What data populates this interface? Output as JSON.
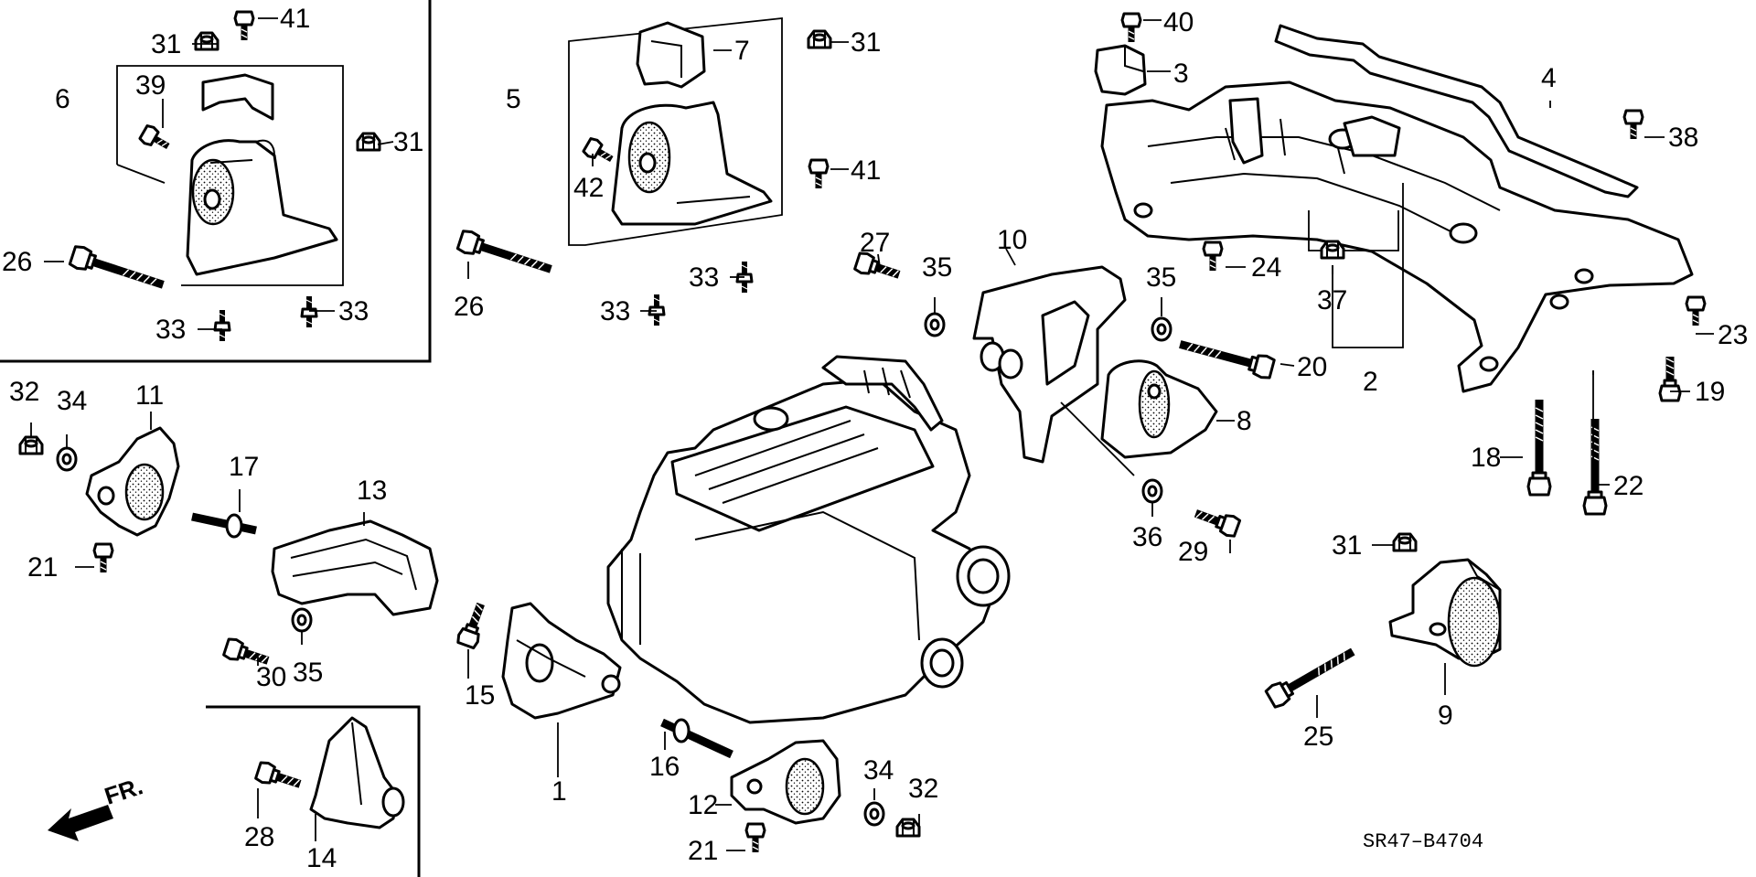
{
  "diagram_code": "SR47–B4704",
  "direction_label": "FR.",
  "callouts": [
    {
      "id": "c1",
      "label": "1"
    },
    {
      "id": "c2",
      "label": "2"
    },
    {
      "id": "c3",
      "label": "3"
    },
    {
      "id": "c4",
      "label": "4"
    },
    {
      "id": "c5",
      "label": "5"
    },
    {
      "id": "c6",
      "label": "6"
    },
    {
      "id": "c7",
      "label": "7"
    },
    {
      "id": "c8",
      "label": "8"
    },
    {
      "id": "c9",
      "label": "9"
    },
    {
      "id": "c10",
      "label": "10"
    },
    {
      "id": "c11",
      "label": "11"
    },
    {
      "id": "c12",
      "label": "12"
    },
    {
      "id": "c13",
      "label": "13"
    },
    {
      "id": "c14",
      "label": "14"
    },
    {
      "id": "c15",
      "label": "15"
    },
    {
      "id": "c16",
      "label": "16"
    },
    {
      "id": "c17",
      "label": "17"
    },
    {
      "id": "c18",
      "label": "18"
    },
    {
      "id": "c19",
      "label": "19"
    },
    {
      "id": "c20",
      "label": "20"
    },
    {
      "id": "c21a",
      "label": "21"
    },
    {
      "id": "c21b",
      "label": "21"
    },
    {
      "id": "c22",
      "label": "22"
    },
    {
      "id": "c23",
      "label": "23"
    },
    {
      "id": "c24",
      "label": "24"
    },
    {
      "id": "c25",
      "label": "25"
    },
    {
      "id": "c26a",
      "label": "26"
    },
    {
      "id": "c26b",
      "label": "26"
    },
    {
      "id": "c27",
      "label": "27"
    },
    {
      "id": "c28",
      "label": "28"
    },
    {
      "id": "c29",
      "label": "29"
    },
    {
      "id": "c30",
      "label": "30"
    },
    {
      "id": "c31a",
      "label": "31"
    },
    {
      "id": "c31b",
      "label": "31"
    },
    {
      "id": "c31c",
      "label": "31"
    },
    {
      "id": "c31d",
      "label": "31"
    },
    {
      "id": "c32a",
      "label": "32"
    },
    {
      "id": "c32b",
      "label": "32"
    },
    {
      "id": "c33a",
      "label": "33"
    },
    {
      "id": "c33b",
      "label": "33"
    },
    {
      "id": "c33c",
      "label": "33"
    },
    {
      "id": "c33d",
      "label": "33"
    },
    {
      "id": "c34a",
      "label": "34"
    },
    {
      "id": "c34b",
      "label": "34"
    },
    {
      "id": "c35a",
      "label": "35"
    },
    {
      "id": "c35b",
      "label": "35"
    },
    {
      "id": "c35c",
      "label": "35"
    },
    {
      "id": "c36",
      "label": "36"
    },
    {
      "id": "c37",
      "label": "37"
    },
    {
      "id": "c38",
      "label": "38"
    },
    {
      "id": "c39",
      "label": "39"
    },
    {
      "id": "c40",
      "label": "40"
    },
    {
      "id": "c41a",
      "label": "41"
    },
    {
      "id": "c41b",
      "label": "41"
    },
    {
      "id": "c42",
      "label": "42"
    }
  ],
  "colors": {
    "ink": "#000000",
    "paper": "#ffffff"
  }
}
